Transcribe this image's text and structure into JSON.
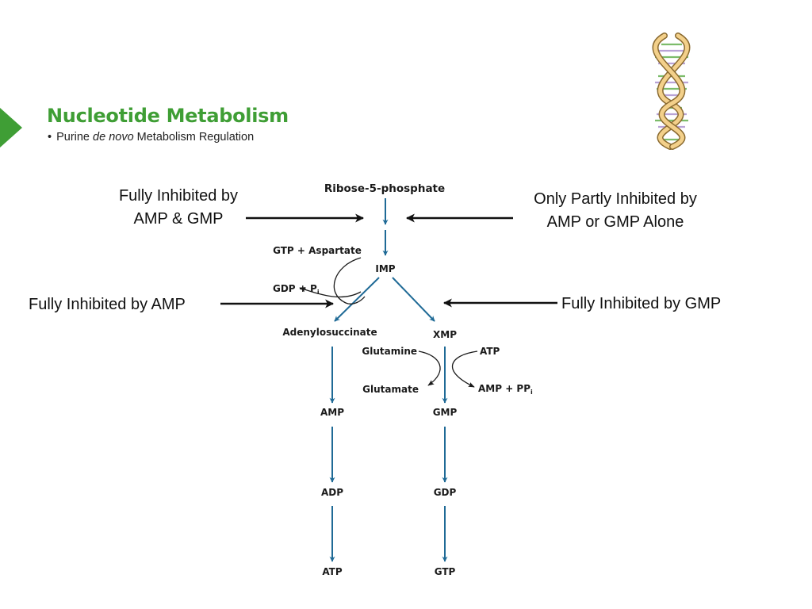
{
  "header": {
    "title": "Nucleotide Metabolism",
    "subtitle_bullet": "•",
    "subtitle_prefix": "Purine ",
    "subtitle_italic": "de novo",
    "subtitle_suffix": " Metabolism Regulation"
  },
  "notes": {
    "amp_gmp_line1": "Fully Inhibited by",
    "amp_gmp_line2": "AMP & GMP",
    "partly_line1": "Only Partly Inhibited by",
    "partly_line2": "AMP or GMP Alone",
    "amp": "Fully Inhibited by AMP",
    "gmp": "Fully Inhibited by GMP"
  },
  "pathway": {
    "r5p": "Ribose-5-phosphate",
    "gtp_asp": "GTP + Aspartate",
    "imp": "IMP",
    "gdp_pi": "GDP + P",
    "gdp_pi_sub": "i",
    "adenylosuccinate": "Adenylosuccinate",
    "xmp": "XMP",
    "glutamine": "Glutamine",
    "atp_in": "ATP",
    "glutamate": "Glutamate",
    "amp_ppi": "AMP + PP",
    "amp_ppi_sub": "i",
    "amp": "AMP",
    "gmp": "GMP",
    "adp": "ADP",
    "gdp": "GDP",
    "atp": "ATP",
    "gtp": "GTP"
  },
  "colors": {
    "title": "#3f9e35",
    "flow_arrow": "#1f6a96",
    "marker": "#3f9e35"
  },
  "icons": {
    "decoration": "dna-helix-icon"
  }
}
